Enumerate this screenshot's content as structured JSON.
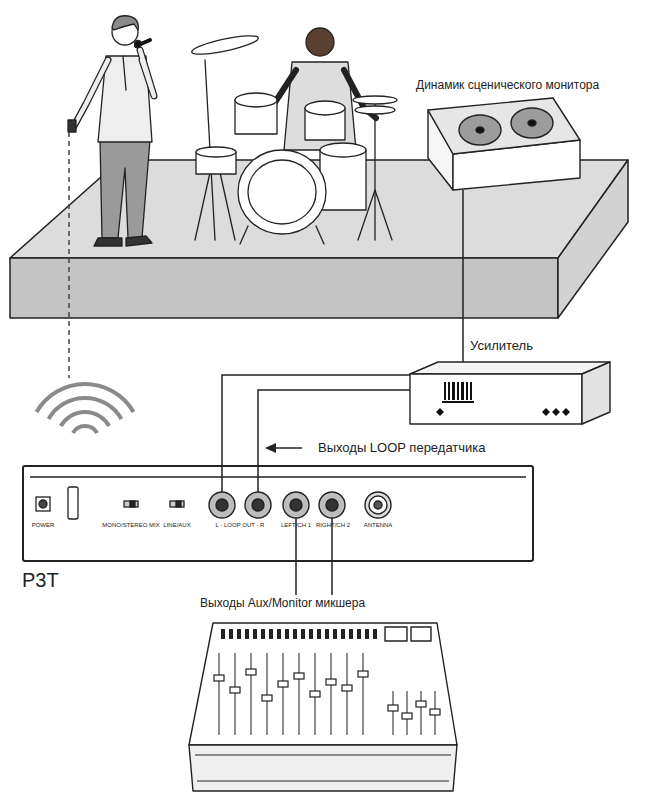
{
  "diagram": {
    "nodes": [
      {
        "text": [
          "Динамик сценического монитора"
        ]
      },
      {
        "text": [
          "Усилитель"
        ]
      },
      {
        "text": [
          "P3T"
        ]
      },
      {
        "text": [
          "Выходы Aux/Monitor микшера"
        ]
      }
    ],
    "edges": [
      {
        "from": 0,
        "to": 1,
        "arrow": "none"
      },
      {
        "from": 2,
        "to": 1,
        "arrow": "none"
      },
      {
        "from": 2,
        "to": 1,
        "arrow": "none"
      },
      {
        "from": 3,
        "to": 2,
        "arrow": "none"
      },
      {
        "from": 3,
        "to": 2,
        "arrow": "none"
      }
    ],
    "labels": [
      "Выходы LOOP передатчика",
      "POWER",
      "MONO/STEREO MIX",
      "LINE/AUX",
      "L - LOOP OUT - R",
      "LEFT/CH 1",
      "RIGHT/CH 2",
      "ANTENNA"
    ]
  }
}
